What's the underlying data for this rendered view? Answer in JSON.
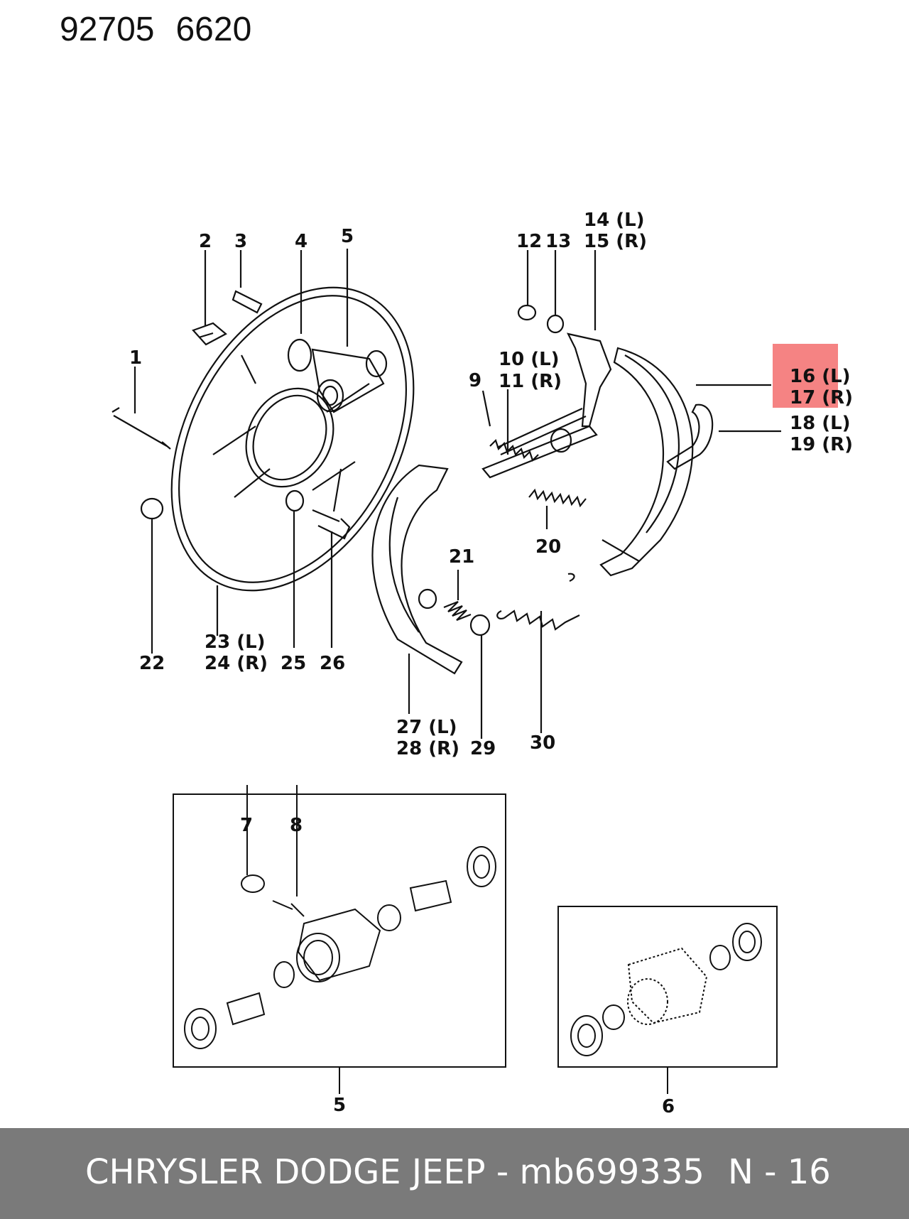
{
  "header": {
    "code_a": "92705",
    "code_b": "6620"
  },
  "callouts": {
    "c1": "1",
    "c2": "2",
    "c3": "3",
    "c4": "4",
    "c5": "5",
    "c6": "6",
    "c7": "7",
    "c8": "8",
    "c9": "9",
    "c10": "10 (L)",
    "c11": "11 (R)",
    "c12": "12",
    "c13": "13",
    "c14": "14 (L)",
    "c15": "15 (R)",
    "c16": "16 (L)",
    "c17": "17 (R)",
    "c18": "18 (L)",
    "c19": "19 (R)",
    "c20": "20",
    "c21": "21",
    "c22": "22",
    "c23": "23 (L)",
    "c24": "24 (R)",
    "c25": "25",
    "c26": "26",
    "c27": "27 (L)",
    "c28": "28 (R)",
    "c29": "29",
    "c30": "30",
    "inset5": "5",
    "inset6": "6"
  },
  "highlight": {
    "color": "#f04040",
    "target": "16 (L) / 17 (R)"
  },
  "footer": {
    "brand": "CHRYSLER DODGE JEEP - mb699335",
    "page": "N - 16"
  }
}
